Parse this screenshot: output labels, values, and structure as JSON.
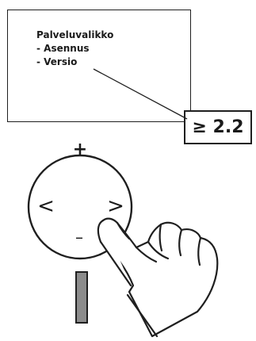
{
  "service_menu": {
    "title": "Palveluvalikko",
    "items": [
      "- Asennus",
      "- Versio"
    ]
  },
  "version_callout": {
    "text": "≥ 2.2"
  },
  "control_dial": {
    "plus": "+",
    "left": "<",
    "right": ">",
    "minus": "–"
  },
  "icons": {
    "hand": "pointing-hand-icon",
    "bar": "vertical-bar-icon"
  },
  "colors": {
    "stroke": "#1f1f1f",
    "bar_fill": "#8c8c8c",
    "background": "#ffffff"
  }
}
